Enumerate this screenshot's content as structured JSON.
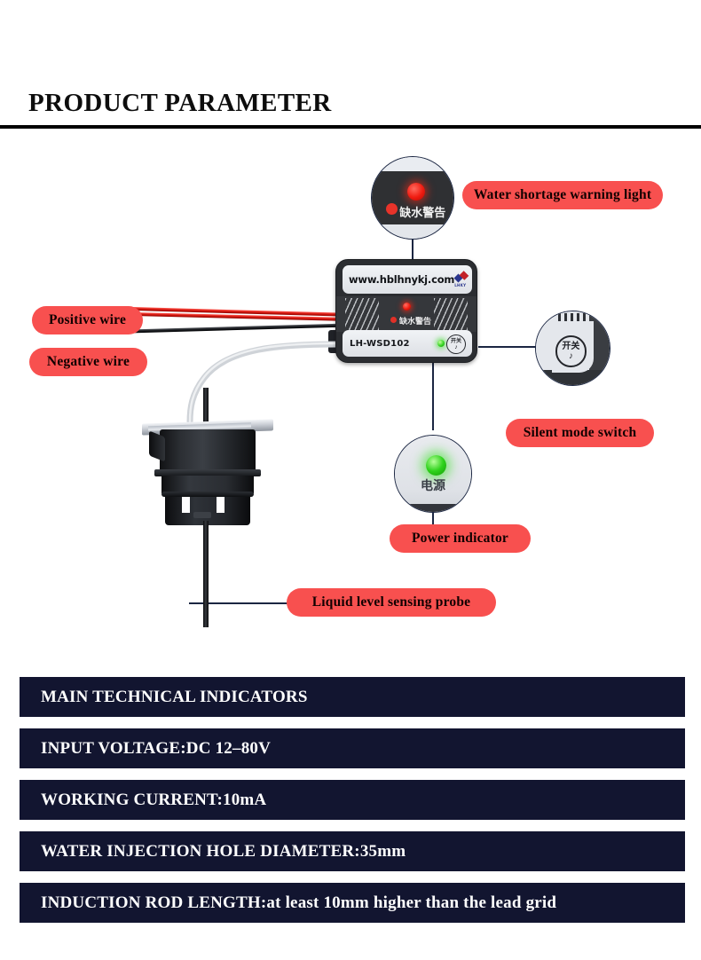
{
  "page": {
    "title": "PRODUCT PARAMETER",
    "accent_pill_color": "#f8504f",
    "spec_bar_color": "#121530",
    "leader_line_color": "#1b2642"
  },
  "device": {
    "website": "www.hblhnykj.com",
    "brand_mark_text": "LHKY",
    "model": "LH-WSD102",
    "panel_warning_label": "缺水警告",
    "switch_label_cn": "开关",
    "bell_icon": "♫"
  },
  "magnifiers": {
    "warning_light": {
      "label_cn": "缺水警告"
    },
    "power": {
      "label_cn": "电源"
    },
    "switch": {
      "label_cn": "开关"
    }
  },
  "callouts": [
    {
      "id": "water-shortage-warning-light",
      "label": "Water shortage warning light"
    },
    {
      "id": "positive-wire",
      "label": "Positive wire"
    },
    {
      "id": "negative-wire",
      "label": "Negative wire"
    },
    {
      "id": "silent-mode-switch",
      "label": "Silent mode switch"
    },
    {
      "id": "power-indicator",
      "label": "Power indicator"
    },
    {
      "id": "liquid-level-sensing-probe",
      "label": "Liquid level sensing probe"
    }
  ],
  "specs": [
    {
      "label": "MAIN TECHNICAL INDICATORS",
      "value": ""
    },
    {
      "label": "INPUT VOLTAGE: ",
      "value": "DC 12–80V"
    },
    {
      "label": "WORKING CURRENT: ",
      "value": "10mA"
    },
    {
      "label": "WATER INJECTION HOLE DIAMETER: ",
      "value": "35mm"
    },
    {
      "label": "INDUCTION ROD LENGTH: ",
      "value": "at least 10mm higher than the lead grid"
    }
  ]
}
